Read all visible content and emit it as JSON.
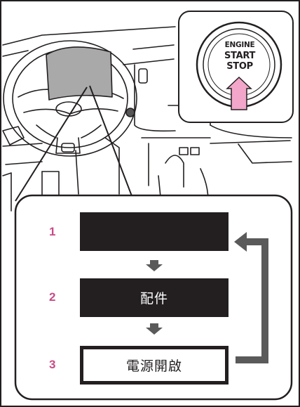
{
  "figure": {
    "engine_button": {
      "line1": "ENGINE",
      "line2": "START",
      "line3": "STOP"
    },
    "modes": [
      {
        "number": "1",
        "label": ""
      },
      {
        "number": "2",
        "label": "配件"
      },
      {
        "number": "3",
        "label": "電源開啟"
      }
    ],
    "colors": {
      "step_number": "#c84b86",
      "push_arrow": "#f2a6c9",
      "cycle_arrow": "#5a5a5a",
      "outline": "#231f20"
    }
  }
}
